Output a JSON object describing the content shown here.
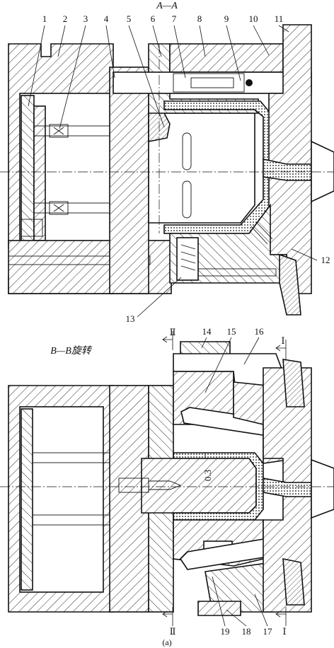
{
  "section_a": {
    "title": "A—A",
    "callouts": [
      "1",
      "2",
      "3",
      "4",
      "5",
      "6",
      "7",
      "8",
      "9",
      "10",
      "11",
      "12",
      "13"
    ]
  },
  "section_b": {
    "title": "B—B旋转",
    "callouts": [
      "14",
      "15",
      "16",
      "17",
      "18",
      "19"
    ],
    "markers": {
      "m2": "Ⅱ",
      "m1": "Ⅰ"
    },
    "dimension": "0.3"
  },
  "caption": "(a)"
}
